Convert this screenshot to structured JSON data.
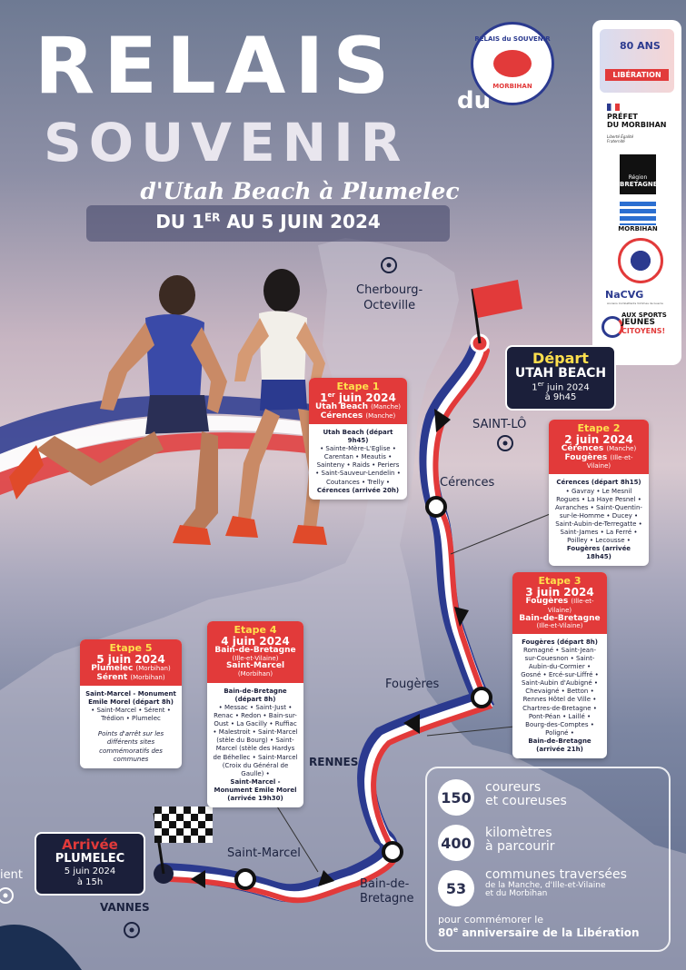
{
  "header": {
    "title_line1": "RELAIS",
    "title_du": "du",
    "title_line2": "SOUVENIR",
    "subtitle": "d'Utah Beach à Plumelec",
    "dates_pre": "DU 1",
    "dates_sup": "ER",
    "dates_post": " AU 5 JUIN 2024"
  },
  "badge": {
    "top": "RELAIS du SOUVENIR",
    "bottom": "MORBIHAN"
  },
  "sponsors": {
    "ans_80": "80 ANS",
    "liberation": "LIBÉRATION",
    "prefet_1": "PRÉFET",
    "prefet_2": "DU MORBIHAN",
    "prefet_motto": "Liberté Égalité Fraternité",
    "region": "Région",
    "bretagne": "BRETAGNE",
    "morbihan": "MORBIHAN",
    "nacvg": "NaCVG",
    "nacvg_sub": "Anciens Combattants Victimes de Guerre",
    "sports_1": "AUX SPORTS",
    "sports_2": "JEUNES",
    "sports_3": "CITOYENS!"
  },
  "places": {
    "cherbourg_1": "Cherbourg-",
    "cherbourg_2": "Octeville",
    "saint_lo": "SAINT-LÔ",
    "cerences": "Cérences",
    "fougeres": "Fougères",
    "rennes": "RENNES",
    "saint_marcel": "Saint-Marcel",
    "bain_1": "Bain-de-",
    "bain_2": "Bretagne",
    "vannes": "VANNES",
    "lorient": "ient"
  },
  "depart": {
    "label": "Départ",
    "place": "UTAH BEACH",
    "date_pre": "1",
    "date_sup": "er",
    "date_post": " juin 2024",
    "time": "à 9h45"
  },
  "arrivee": {
    "label": "Arrivée",
    "place": "PLUMELEC",
    "date": "5 juin 2024",
    "time": "à 15h"
  },
  "stages": {
    "e1": {
      "etape": "Etape 1",
      "date_pre": "1",
      "date_sup": "er",
      "date_post": " juin 2024",
      "from": "Utah Beach",
      "from_dept": "(Manche)",
      "to": "Cérences",
      "to_dept": "(Manche)",
      "start": "Utah Beach (départ 9h45)",
      "route": "• Sainte-Mère-L'Eglise • Carentan • Meautis • Sainteny • Raids • Periers • Saint-Sauveur-Lendelin • Coutances • Trelly •",
      "end": "Cérences (arrivée 20h)"
    },
    "e2": {
      "etape": "Etape 2",
      "date": "2 juin 2024",
      "from": "Cérences",
      "from_dept": "(Manche)",
      "to": "Fougères",
      "to_dept": "(Ille-et-Vilaine)",
      "start": "Cérences (départ 8h15)",
      "route": "• Gavray • Le Mesnil Rogues • La Haye Pesnel • Avranches • Saint-Quentin-sur-le-Homme • Ducey • Saint-Aubin-de-Terregatte • Saint-James • La Ferré • Poilley • Lecousse •",
      "end": "Fougères (arrivée 18h45)"
    },
    "e3": {
      "etape": "Etape 3",
      "date": "3 juin 2024",
      "from": "Fougères",
      "from_dept": "(Ille-et-Vilaine)",
      "to": "Bain-de-Bretagne",
      "to_dept": "(Ille-et-Vilaine)",
      "start": "Fougères (départ 8h)",
      "route": "Romagné • Saint-Jean-sur-Couesnon • Saint-Aubin-du-Cormier • Gosné • Ercé-sur-Liffré • Saint-Aubin d'Aubigné • Chevaigné • Betton • Rennes Hôtel de Ville • Chartres-de-Bretagne • Pont-Péan • Laillé • Bourg-des-Comptes • Poligné •",
      "end": "Bain-de-Bretagne (arrivée 21h)"
    },
    "e4": {
      "etape": "Etape 4",
      "date": "4 juin 2024",
      "from": "Bain-de-Bretagne",
      "from_dept": "(Ille-et-Vilaine)",
      "to": "Saint-Marcel",
      "to_dept": "(Morbihan)",
      "start": "Bain-de-Bretagne (départ 8h)",
      "route": "• Messac • Saint-Just • Renac • Redon • Bain-sur-Oust • La Gacilly • Ruffiac • Malestroit • Saint-Marcel (stèle du Bourg) • Saint-Marcel (stèle des Hardys de Béhellec • Saint-Marcel (Croix du Général de Gaulle) •",
      "end": "Saint-Marcel - Monument Emile Morel (arrivée 19h30)"
    },
    "e5": {
      "etape": "Etape 5",
      "date": "5 juin 2024",
      "from": "Plumelec",
      "from_dept": "(Morbihan)",
      "to": "Sérent",
      "to_dept": "(Morbihan)",
      "start": "Saint-Marcel - Monument Emile Morel (départ 8h)",
      "route": "• Saint-Marcel • Sérent • Trédion • Plumelec",
      "note": "Points d'arrêt sur les différents sites commémoratifs des communes"
    }
  },
  "stats": {
    "runners_n": "150",
    "runners_1": "coureurs",
    "runners_2": "et coureuses",
    "km_n": "400",
    "km_1": "kilomètres",
    "km_2": "à parcourir",
    "communes_n": "53",
    "communes_1": "communes traversées",
    "communes_2": "de la Manche, d'Ille-et-Vilaine",
    "communes_3": "et du Morbihan",
    "footer_1": "pour commémorer le",
    "footer_2_pre": "80",
    "footer_2_sup": "e",
    "footer_2_post": " anniversaire de la Libération"
  },
  "colors": {
    "red": "#e23a3a",
    "navy": "#1b1f3a",
    "yellow": "#ffe04d",
    "blue": "#2b3a8f"
  }
}
